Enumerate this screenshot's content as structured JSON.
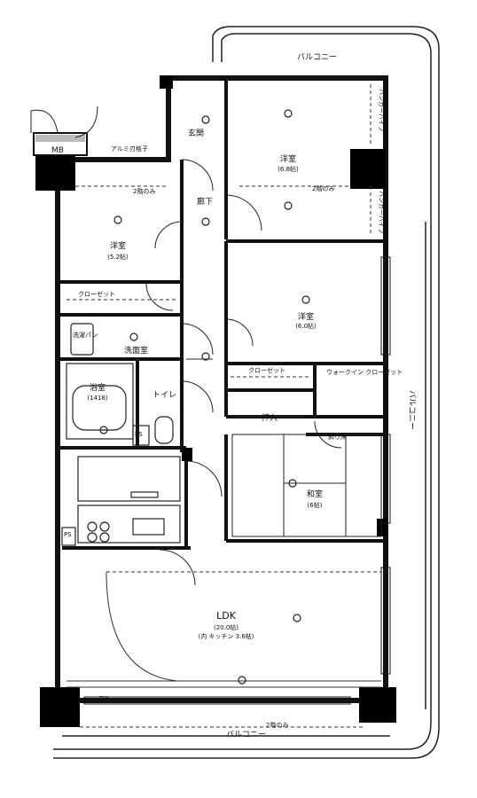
{
  "labels": {
    "balcony_top": "バルコニー",
    "balcony_right": "バルコニー",
    "balcony_bottom": "バルコニー",
    "mb": "MB",
    "aluminum": "アルミ刃格子",
    "entrance": "玄関",
    "hallway": "廊下",
    "western_room_1": "洋室",
    "western_room_1_size": "(5.2帖)",
    "western_room_2": "洋室",
    "western_room_2_size": "(6.8帖)",
    "western_room_3": "洋室",
    "western_room_3_size": "(6.0帖)",
    "closet_1": "クローゼット",
    "closet_2": "クローゼット",
    "walk_in_closet": "ウォークイン\nクローゼット",
    "hanger_pipe_1": "ハンガーパイプ",
    "hanger_pipe_2": "ハンガーパイプ",
    "washing_room": "洗面室",
    "washing_pan": "洗濯パン",
    "bathroom": "浴室",
    "bathroom_size": "(1418)",
    "toilet": "トイレ",
    "ps1": "PS",
    "ps2": "PS",
    "oshiire": "押入",
    "kazaridoko": "飾り床",
    "japanese_room": "和室",
    "japanese_room_size": "(6帖)",
    "ldk": "LDK",
    "ldk_size": "(20.0帖)",
    "ldk_kitchen": "(内 キッチン 3.6帖)",
    "fix": "FIX",
    "second_floor_only_1": "2階のみ",
    "second_floor_only_2": "2階のみ",
    "second_floor_only_3": "2階のみ"
  },
  "colors": {
    "wall": "#111111",
    "line": "#222222",
    "pillar": "#000000"
  }
}
